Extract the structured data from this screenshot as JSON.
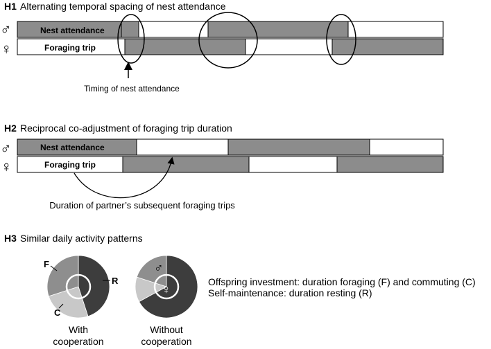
{
  "h1": {
    "tag": "H1",
    "title": "Alternating temporal spacing of nest attendance",
    "male_symbol": "♂",
    "female_symbol": "♀",
    "bar_label_male": "Nest attendance",
    "bar_label_female": "Foraging trip",
    "annotation": "Timing of nest attendance"
  },
  "h2": {
    "tag": "H2",
    "title": "Reciprocal co-adjustment of foraging trip duration",
    "male_symbol": "♂",
    "female_symbol": "♀",
    "bar_label_male": "Nest attendance",
    "bar_label_female": "Foraging trip",
    "annotation": "Duration of partner’s subsequent foraging trips"
  },
  "h3": {
    "tag": "H3",
    "title": "Similar daily activity patterns",
    "pie1_letters": {
      "F": "F",
      "R": "R",
      "C": "C"
    },
    "pie1_caption_line1": "With",
    "pie1_caption_line2": "cooperation",
    "pie2_male_symbol": "♂",
    "pie2_female_symbol": "♀",
    "pie2_caption_line1": "Without",
    "pie2_caption_line2": "cooperation",
    "legend_line1": "Offspring investment: duration foraging (F) and commuting (C)",
    "legend_line2": "Self-maintenance: duration resting (R)"
  },
  "colors": {
    "gray_bar": "#8c8c8c",
    "foraging": "#8e8e8e",
    "commuting": "#c8c8c8",
    "resting": "#3d3d3d",
    "outline": "#000000"
  }
}
